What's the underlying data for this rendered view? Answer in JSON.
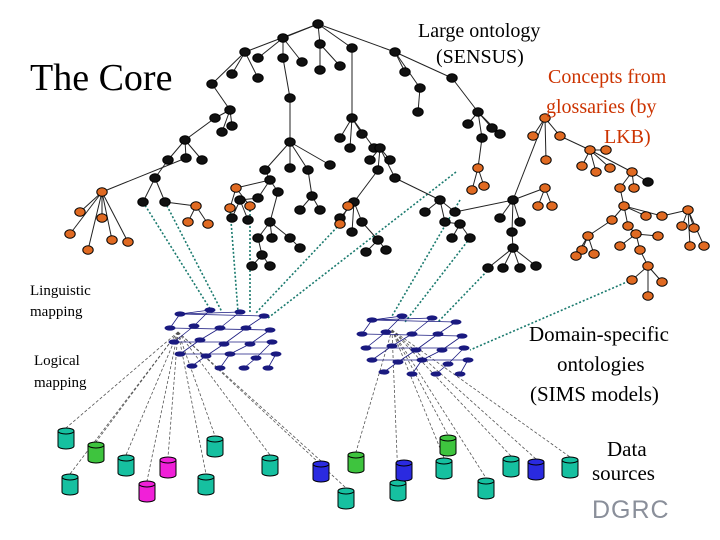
{
  "title": "The Core",
  "ontology_label": [
    "Large ontology",
    "(SENSUS)"
  ],
  "glossary_label": [
    "Concepts from",
    "glossaries (by",
    "LKB)"
  ],
  "linguistic_label": [
    "Linguistic",
    "mapping"
  ],
  "logical_label": [
    "Logical",
    "mapping"
  ],
  "domain_label": [
    "Domain-specific",
    "ontologies",
    "(SIMS models)"
  ],
  "sources_label": [
    "Data",
    "sources"
  ],
  "logo": "DGRC",
  "colors": {
    "node_dark": "#111111",
    "node_orange": "#e06a22",
    "link_teal": "#1a7a6e",
    "mini_node": "#1a1a80",
    "cyl_teal": "#16c0a0",
    "cyl_green": "#3ec43e",
    "cyl_magenta": "#f020d8",
    "cyl_blue": "#2a2ae0",
    "gloss_text": "#cc3300"
  },
  "databases": [
    "teal",
    "green",
    "teal",
    "magenta",
    "teal",
    "teal",
    "blue",
    "teal",
    "teal",
    "green",
    "teal",
    "magenta",
    "teal",
    "teal",
    "green",
    "teal",
    "blue",
    "teal",
    "teal",
    "blue"
  ]
}
